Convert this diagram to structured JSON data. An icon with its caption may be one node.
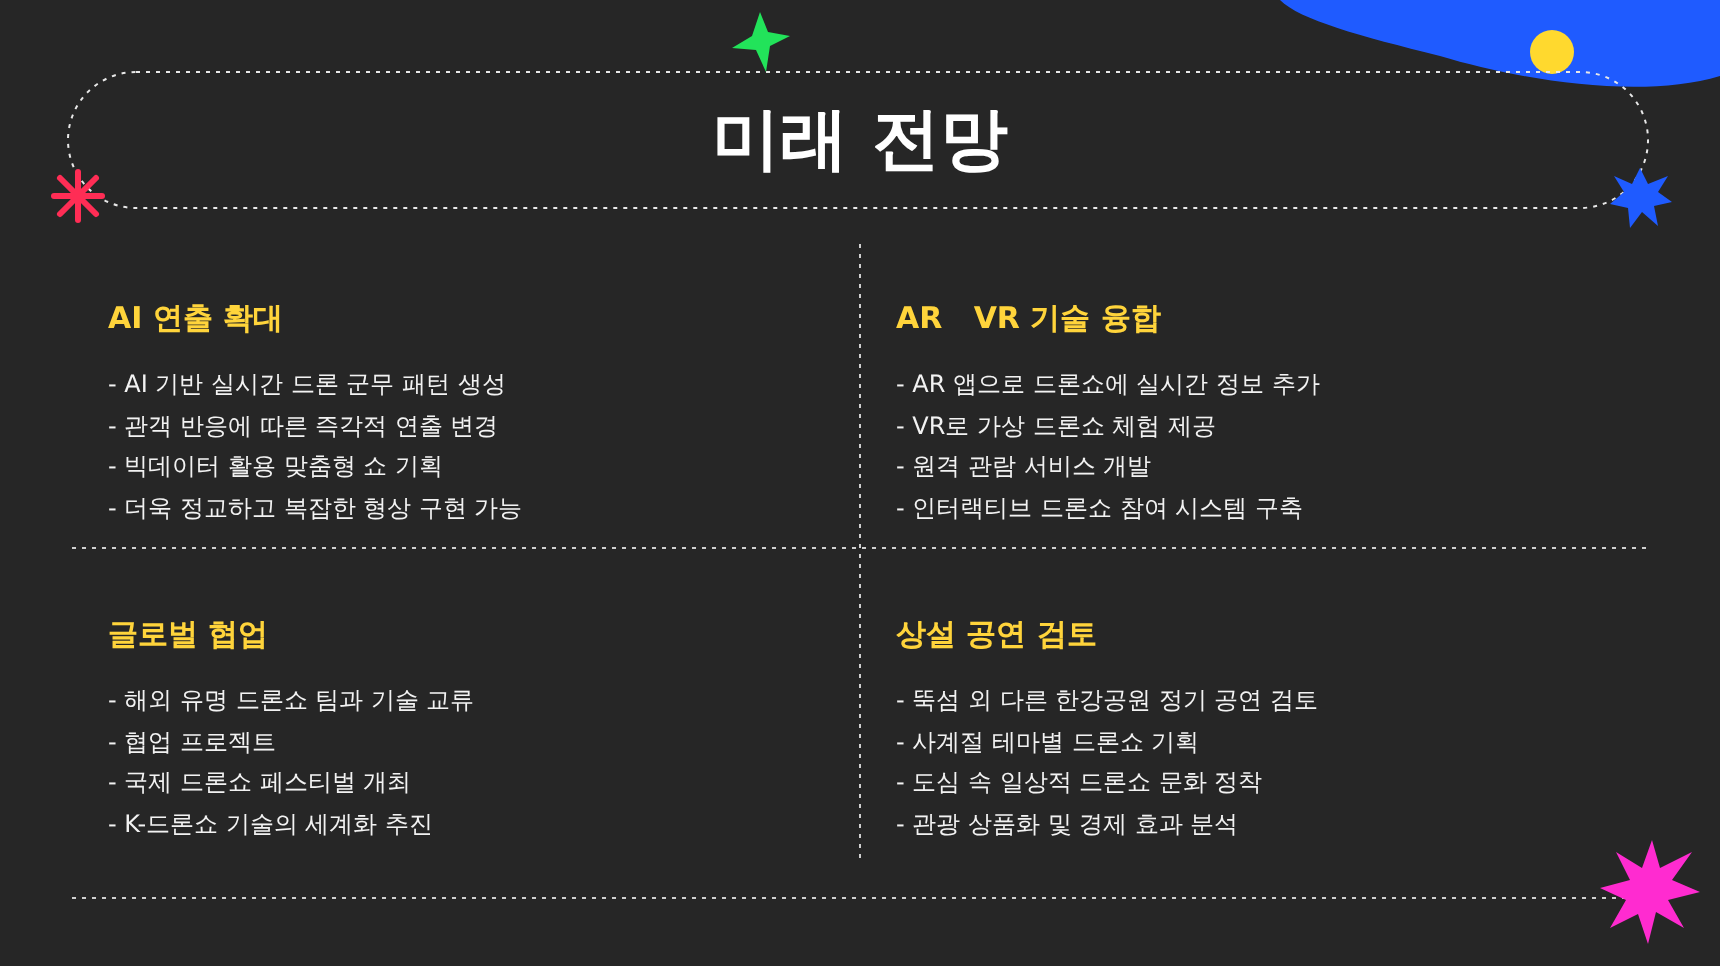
{
  "diagram": {
    "title": "미래 전망",
    "labels": [
      "AI 연출 확대",
      "- AI 기반 실시간 드론 군무 패턴 생성",
      "- 관객 반응에 따른 즉각적 연출 변경",
      "- 빅데이터 활용 맞춤형 쇼 기획",
      "- 더욱 정교하고 복잡한 형상 구현 가능",
      "AR   VR 기술 융합",
      "- AR 앱으로 드론쇼에 실시간 정보 추가",
      "- VR로 가상 드론쇼 체험 제공",
      "- 원격 관람 서비스 개발",
      "- 인터랙티브 드론쇼 참여 시스템 구축",
      "글로벌 협업",
      "- 해외 유명 드론쇼 팀과 기술 교류",
      "- 협업 프로젝트",
      "- 국제 드론쇼 페스티벌 개최",
      "- K-드론쇼 기술의 세계화 추진",
      "상설 공연 검토",
      "- 뚝섬 외 다른 한강공원 정기 공연 검토",
      "- 사계절 테마별 드론쇼 기획",
      "- 도심 속 일상적 드론쇼 문화 정착",
      "- 관광 상품화 및 경제 효과 분석"
    ]
  }
}
